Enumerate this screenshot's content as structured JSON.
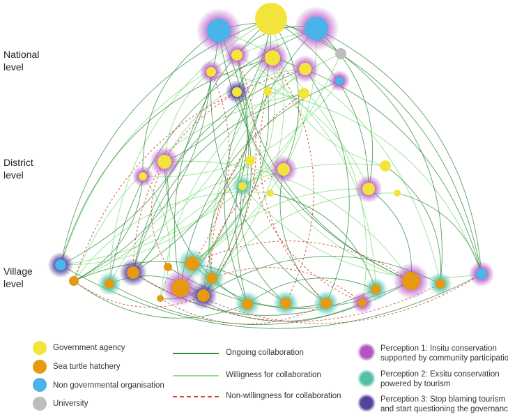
{
  "levels": {
    "national": [
      "National",
      "level"
    ],
    "district": [
      "District",
      "level"
    ],
    "village": [
      "Village",
      "level"
    ]
  },
  "legend": {
    "node_types": [
      {
        "label": "Government agency",
        "color": "#f3e43c"
      },
      {
        "label": "Sea turtle hatchery",
        "color": "#e59a12"
      },
      {
        "label": "Non governmental organisation",
        "color": "#4ab3e8"
      },
      {
        "label": "University",
        "color": "#bdbdbd"
      }
    ],
    "edge_types": [
      {
        "label": "Ongoing collaboration",
        "color": "#2e8b3c",
        "style": "solid"
      },
      {
        "label": "Willigness for collaboration",
        "color": "#8fe08a",
        "style": "solid"
      },
      {
        "label": "Non-willingness for collaboration",
        "color": "#d0453a",
        "style": "dashed"
      }
    ],
    "perceptions": [
      {
        "lines": [
          "Perception 1: Insitu conservation",
          "supported by community participation"
        ],
        "color": "#b455c4"
      },
      {
        "lines": [
          "Perception 2: Exsitu conservation",
          "powered by tourism"
        ],
        "color": "#52bfa6"
      },
      {
        "lines": [
          "Perception 3: Stop blaming tourism",
          "and start questioning the governance"
        ],
        "color": "#55409e"
      }
    ]
  }
}
